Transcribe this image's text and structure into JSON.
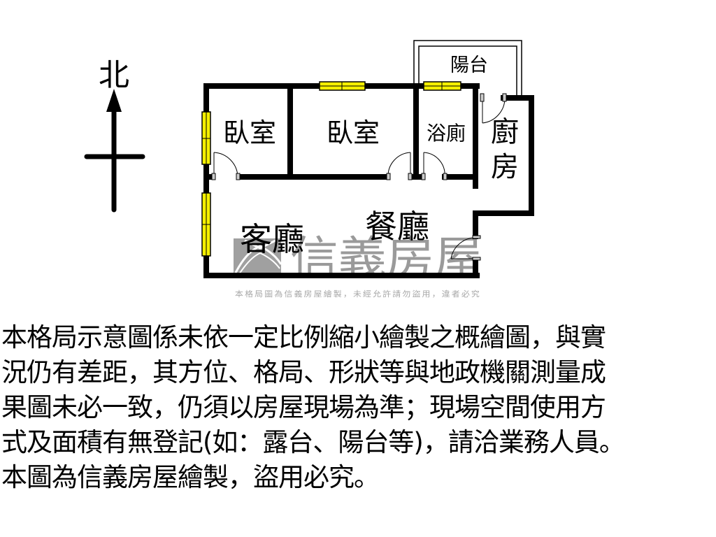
{
  "compass": {
    "label": "北",
    "direction": "north"
  },
  "rooms": [
    {
      "id": "bedroom1",
      "label": "臥室"
    },
    {
      "id": "bedroom2",
      "label": "臥室"
    },
    {
      "id": "bathroom",
      "label": "浴廁"
    },
    {
      "id": "balcony",
      "label": "陽台"
    },
    {
      "id": "kitchen",
      "label_line1": "廚",
      "label_line2": "房"
    },
    {
      "id": "living",
      "label": "客廳"
    },
    {
      "id": "dining",
      "label": "餐廳"
    }
  ],
  "watermark": {
    "brand": "信義房屋"
  },
  "copyright_line": "本格局圖為信義房屋繪製，未經允許請勿盜用，違者必究",
  "colors": {
    "wall": "#000000",
    "window": "#f5f000",
    "watermark": "#9a9a9a"
  },
  "disclaimer": {
    "lines": [
      "本格局示意圖係未依一定比例縮小繪製之概繪圖，與實",
      "況仍有差距，其方位、格局、形狀等與地政機關測量成",
      "果圖未必一致，仍須以房屋現場為準；現場空間使用方",
      "式及面積有無登記(如：露台、陽台等)，請洽業務人員。",
      "本圖為信義房屋繪製，盜用必究。"
    ]
  }
}
